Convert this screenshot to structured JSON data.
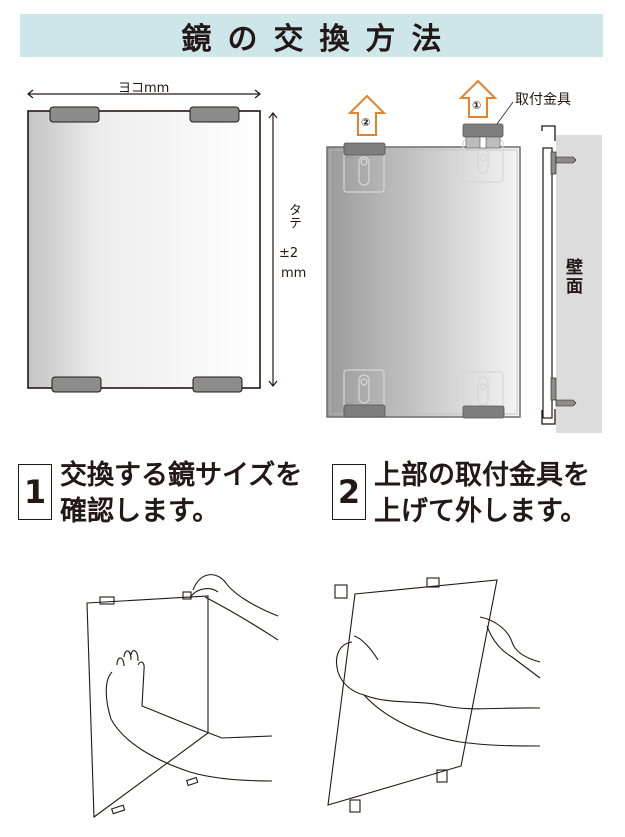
{
  "header": {
    "title": "鏡の交換方法"
  },
  "diagram_size": {
    "width_label": "ヨコmm",
    "height_label_1": "タテ",
    "height_label_2": "±2",
    "height_label_3": "mm"
  },
  "diagram_removal": {
    "arrow_1_label": "①",
    "arrow_2_label": "②",
    "bracket_label": "取付金具",
    "wall_label": "壁面",
    "arrow_color": "#e8822a"
  },
  "steps": [
    {
      "number": "1",
      "line1": "交換する鏡サイズを",
      "line2": "確認します。"
    },
    {
      "number": "2",
      "line1": "上部の取付金具を",
      "line2": "上げて外します。"
    }
  ],
  "colors": {
    "title_band": "#cde6ea",
    "clip": "#8c8c8c",
    "wall": "#dcdcdc",
    "text": "#231815"
  }
}
